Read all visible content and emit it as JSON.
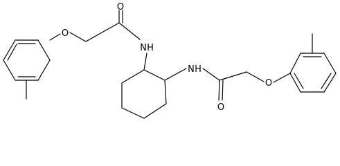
{
  "molecule": {
    "atoms": {
      "o_carbonyl_left": "O",
      "n_amide_left": "N",
      "h_amide_left": "H",
      "o_ether_left": "O",
      "n_amide_right": "N",
      "h_amide_right": "H",
      "o_carbonyl_right": "O",
      "o_ether_right": "O"
    }
  }
}
